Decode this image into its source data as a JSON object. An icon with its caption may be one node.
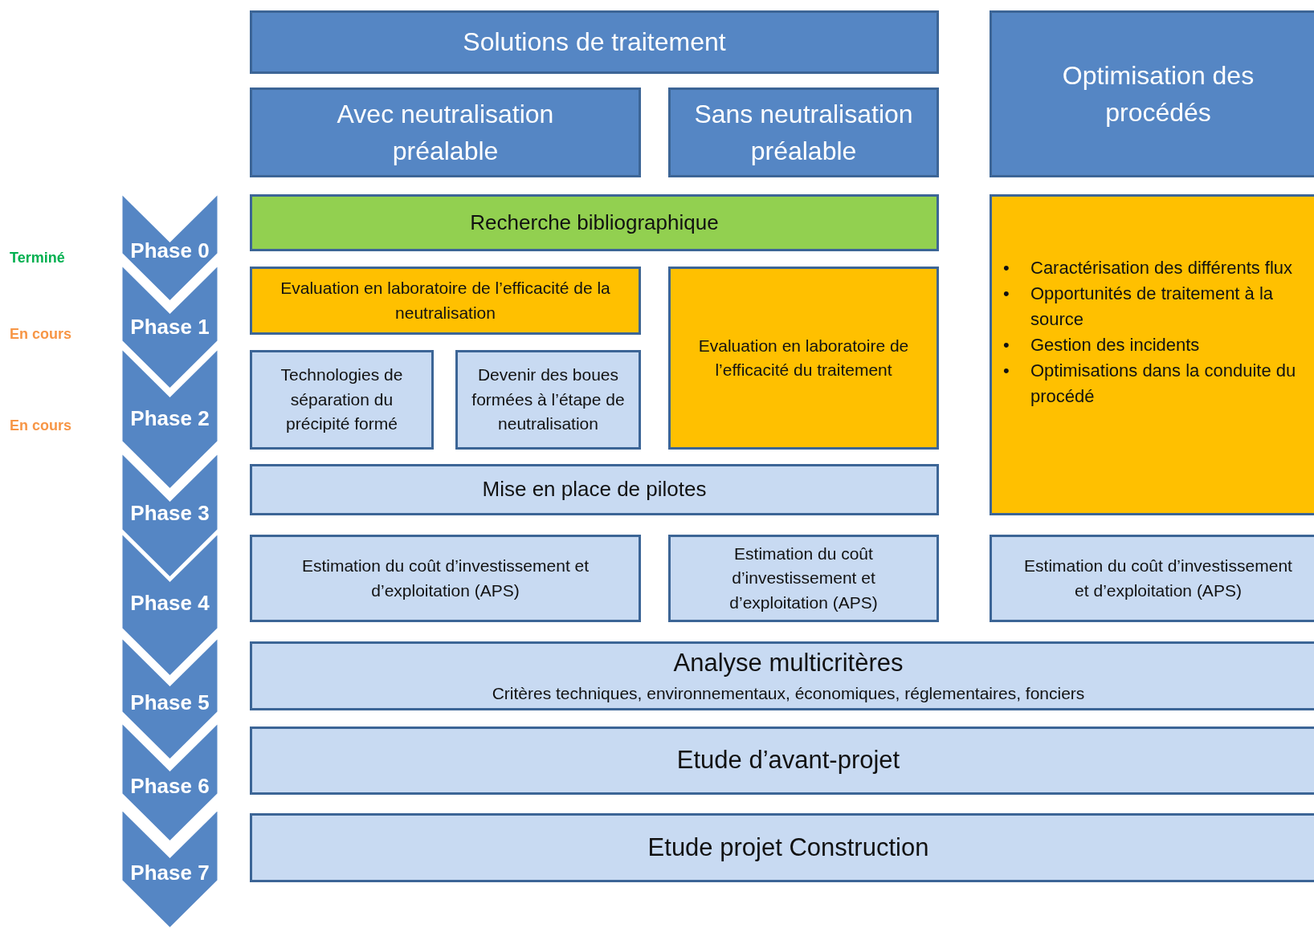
{
  "diagram": {
    "nodes": [
      {
        "text": [
          "Solutions de traitement"
        ]
      },
      {
        "text": [
          "Optimisation des procédés"
        ]
      },
      {
        "text": [
          "Avec neutralisation préalable"
        ]
      },
      {
        "text": [
          "Sans neutralisation préalable"
        ]
      },
      {
        "text": [
          "Phase 0"
        ],
        "beside": [
          "Terminé"
        ]
      },
      {
        "text": [
          "Recherche bibliographique"
        ]
      },
      {
        "text": [
          "•\tCaractérisation des différents flux",
          "•\tOpportunités de traitement à la source",
          "•\tGestion des incidents",
          "•\tOptimisations dans la conduite du procédé"
        ]
      },
      {
        "text": [
          "Phase 1"
        ],
        "beside": [
          "En cours"
        ]
      },
      {
        "text": [
          "Evaluation en laboratoire de l’efficacité de la neutralisation"
        ]
      },
      {
        "text": [
          "Evaluation en laboratoire de l’efficacité du traitement"
        ]
      },
      {
        "text": [
          "Phase 2"
        ],
        "beside": [
          "En cours"
        ]
      },
      {
        "text": [
          "Technologies de séparation du précipité formé"
        ]
      },
      {
        "text": [
          "Devenir des boues formées à l’étape de neutralisation"
        ]
      },
      {
        "text": [
          "Phase 3"
        ]
      },
      {
        "text": [
          "Mise en place de pilotes"
        ]
      },
      {
        "text": [
          "Phase 4"
        ]
      },
      {
        "text": [
          "Estimation du coût d’investissement et d’exploitation (APS)"
        ]
      },
      {
        "text": [
          "Estimation du coût d’investissement et d’exploitation (APS)"
        ]
      },
      {
        "text": [
          "Estimation du coût d’investissement et d’exploitation (APS)"
        ]
      },
      {
        "text": [
          "Phase 5"
        ]
      },
      {
        "text": [
          "Analyse multicritères",
          "Critères techniques, environnementaux, économiques, réglementaires, fonciers"
        ]
      },
      {
        "text": [
          "Phase 6"
        ]
      },
      {
        "text": [
          "Etude d’avant-projet"
        ]
      },
      {
        "text": [
          "Phase 7"
        ]
      },
      {
        "text": [
          "Etude projet Construction"
        ]
      }
    ],
    "edges": []
  }
}
